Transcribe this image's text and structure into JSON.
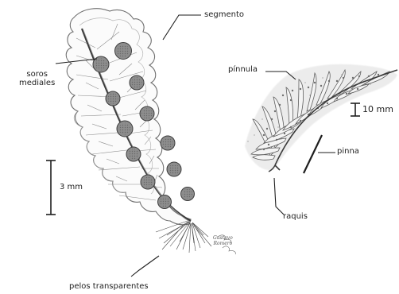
{
  "labels": {
    "segmento": "segmento",
    "soros_mediales": "soros\nmediales",
    "scale_left": "3 mm",
    "pelos": "pelos transparentes",
    "pinnula": "pínnula",
    "scale_right": "10 mm",
    "pinna": "pinna",
    "raquis": "raquis"
  },
  "signature": "Gustavo\nRomero",
  "colors": {
    "ink": "#333333",
    "sorus_fill": "#8d8d8d",
    "leaf_edge": "#777777",
    "shade": "#cfcfcf"
  },
  "icons": {
    "left_specimen": "fern-segment-illustration",
    "right_specimen": "fern-frond-illustration"
  }
}
